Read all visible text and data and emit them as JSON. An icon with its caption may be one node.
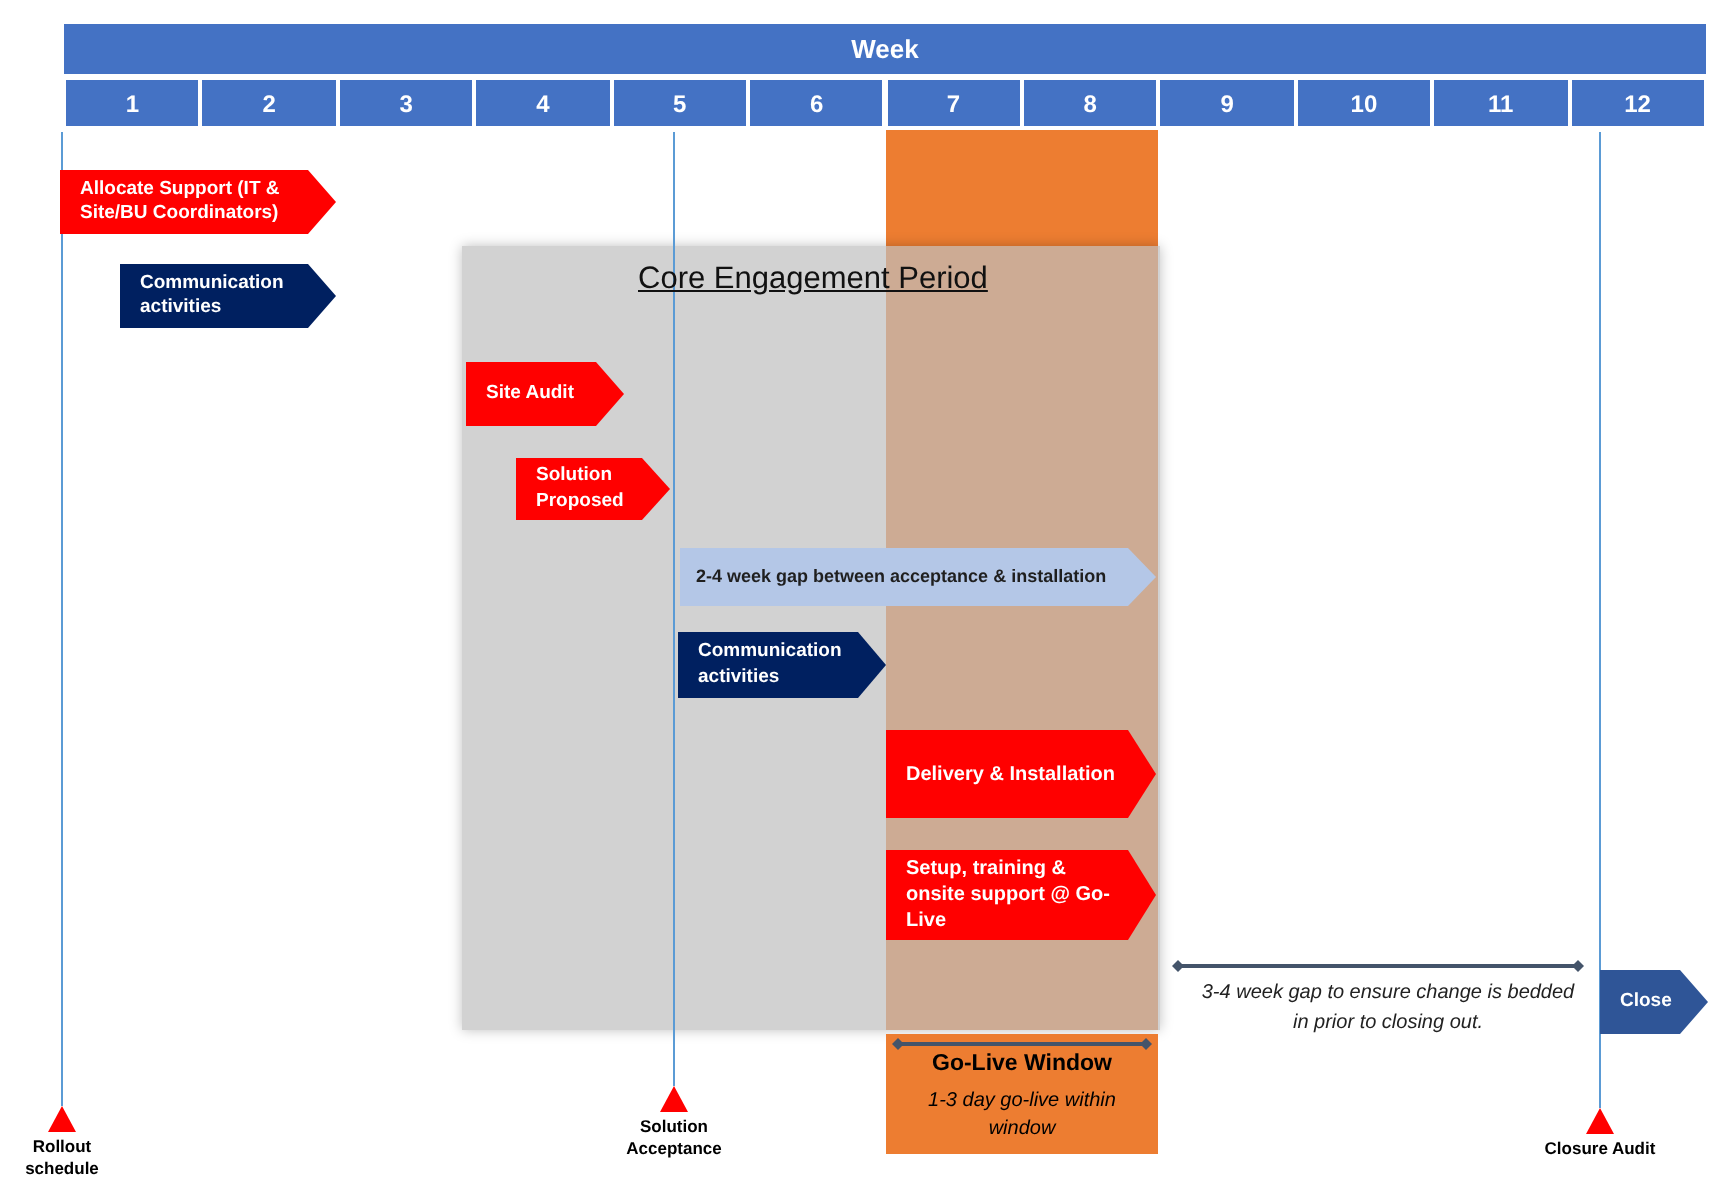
{
  "diagram": {
    "nodes": [
      {
        "text": [
          "Week"
        ]
      },
      {
        "text": [
          "1"
        ]
      },
      {
        "text": [
          "2"
        ]
      },
      {
        "text": [
          "3"
        ]
      },
      {
        "text": [
          "4"
        ]
      },
      {
        "text": [
          "5"
        ]
      },
      {
        "text": [
          "6"
        ]
      },
      {
        "text": [
          "7"
        ]
      },
      {
        "text": [
          "8"
        ]
      },
      {
        "text": [
          "9"
        ]
      },
      {
        "text": [
          "10"
        ]
      },
      {
        "text": [
          "11"
        ]
      },
      {
        "text": [
          "12"
        ]
      },
      {
        "text": [
          "Allocate Support (IT & Site/BU Coordinators)"
        ]
      },
      {
        "text": [
          "Communication activities"
        ]
      },
      {
        "text": [
          "Core Engagement Period"
        ]
      },
      {
        "text": [
          "Site Audit"
        ],
        "in": 15
      },
      {
        "text": [
          "Solution Proposed"
        ],
        "in": 15
      },
      {
        "text": [
          "2-4 week gap between acceptance & installation"
        ],
        "in": 15
      },
      {
        "text": [
          "Communication activities"
        ],
        "in": 15
      },
      {
        "text": [
          "Delivery & Installation"
        ],
        "in": 15
      },
      {
        "text": [
          "Setup, training & onsite support @ Go-Live"
        ],
        "in": 15
      },
      {
        "text": [
          "Close"
        ]
      },
      {
        "text": [
          "Go-Live Window",
          "1-3 day go-live within window"
        ]
      },
      {
        "text": [
          "Rollout schedule"
        ]
      },
      {
        "text": [
          "Solution Acceptance"
        ]
      },
      {
        "text": [
          "Closure Audit"
        ]
      }
    ],
    "edges": [
      {
        "from": 1,
        "to": 24,
        "arrow": "none"
      },
      {
        "from": 5,
        "to": 25,
        "arrow": "none"
      },
      {
        "from": 12,
        "to": 26,
        "arrow": "none"
      }
    ],
    "labels": [
      "3-4 week gap to ensure change is bedded in prior to closing out."
    ]
  }
}
